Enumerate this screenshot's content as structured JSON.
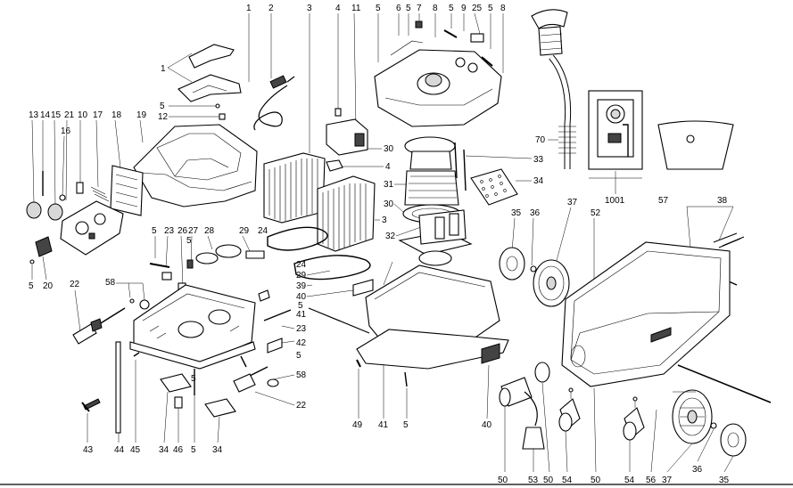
{
  "diagram": {
    "labels_top": [
      "1",
      "2",
      "3",
      "4",
      "11",
      "5",
      "6",
      "5",
      "7",
      "8",
      "5",
      "9",
      "25",
      "5",
      "8"
    ],
    "labels_left": [
      "13",
      "14",
      "15",
      "21",
      "10",
      "17",
      "18",
      "19",
      "16",
      "5",
      "12",
      "1"
    ],
    "labels_middle": [
      "30",
      "4",
      "31",
      "30",
      "33",
      "3",
      "34",
      "37",
      "35",
      "36",
      "52",
      "57",
      "38",
      "1001",
      "70",
      "32",
      "29",
      "24",
      "29",
      "39",
      "40",
      "5",
      "41",
      "23",
      "42",
      "58",
      "22",
      "5",
      "23",
      "26",
      "27",
      "28",
      "24",
      "22",
      "58",
      "20",
      "5",
      "40",
      "49",
      "41",
      "5",
      "50",
      "53",
      "50",
      "54",
      "54",
      "56",
      "37",
      "36",
      "35",
      "50",
      "43",
      "44",
      "45",
      "34",
      "46",
      "5",
      "34"
    ],
    "box_1001_label": "1001",
    "bottom_row": [
      "43",
      "44",
      "45",
      "34",
      "46",
      "5",
      "34",
      "49",
      "41",
      "5",
      "40",
      "50",
      "53",
      "50",
      "54",
      "50",
      "54",
      "56",
      "37",
      "36",
      "35"
    ]
  }
}
